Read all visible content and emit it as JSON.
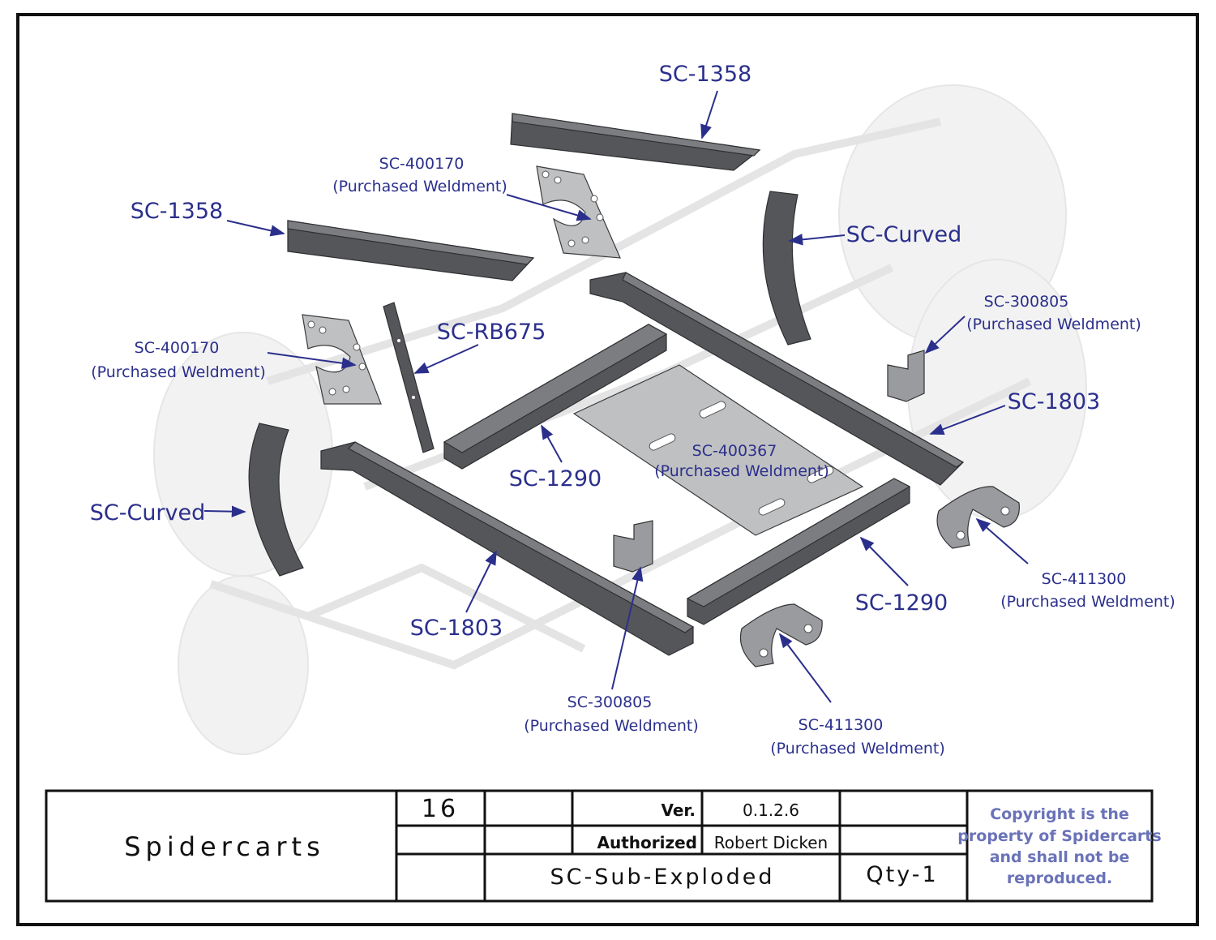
{
  "drawing": {
    "labels": {
      "sc1358_top": "SC-1358",
      "sc1358_left": "SC-1358",
      "sc400170_top": "SC-400170",
      "sc400170_top_sub": "(Purchased Weldment)",
      "sc_curved_right": "SC-Curved",
      "sc300805_right": "SC-300805",
      "sc300805_right_sub": "(Purchased Weldment)",
      "sc400170_left": "SC-400170",
      "sc400170_left_sub": "(Purchased Weldment)",
      "sc_rb675": "SC-RB675",
      "sc1803_right": "SC-1803",
      "sc400367": "SC-400367",
      "sc400367_sub": "(Purchased Weldment)",
      "sc1290_left": "SC-1290",
      "sc_curved_left": "SC-Curved",
      "sc411300_right": "SC-411300",
      "sc411300_right_sub": "(Purchased Weldment)",
      "sc1290_right": "SC-1290",
      "sc1803_left": "SC-1803",
      "sc300805_bottom": "SC-300805",
      "sc300805_bottom_sub": "(Purchased Weldment)",
      "sc411300_bottom": "SC-411300",
      "sc411300_bottom_sub": "(Purchased Weldment)"
    },
    "colors": {
      "label": "#2b2f8c",
      "part": "#555659",
      "plate": "#bfc0c2"
    }
  },
  "title_block": {
    "company": "Spidercarts",
    "sheet_number": "16",
    "ver_label": "Ver.",
    "ver_value": "0.1.2.6",
    "authorized_label": "Authorized",
    "authorized_value": "Robert Dicken",
    "drawing_name": "SC-Sub-Exploded",
    "quantity": "Qty-1",
    "copyright_line1": "Copyright is the",
    "copyright_line2": "property of Spidercarts",
    "copyright_line3": "and shall not be",
    "copyright_line4": "reproduced."
  }
}
